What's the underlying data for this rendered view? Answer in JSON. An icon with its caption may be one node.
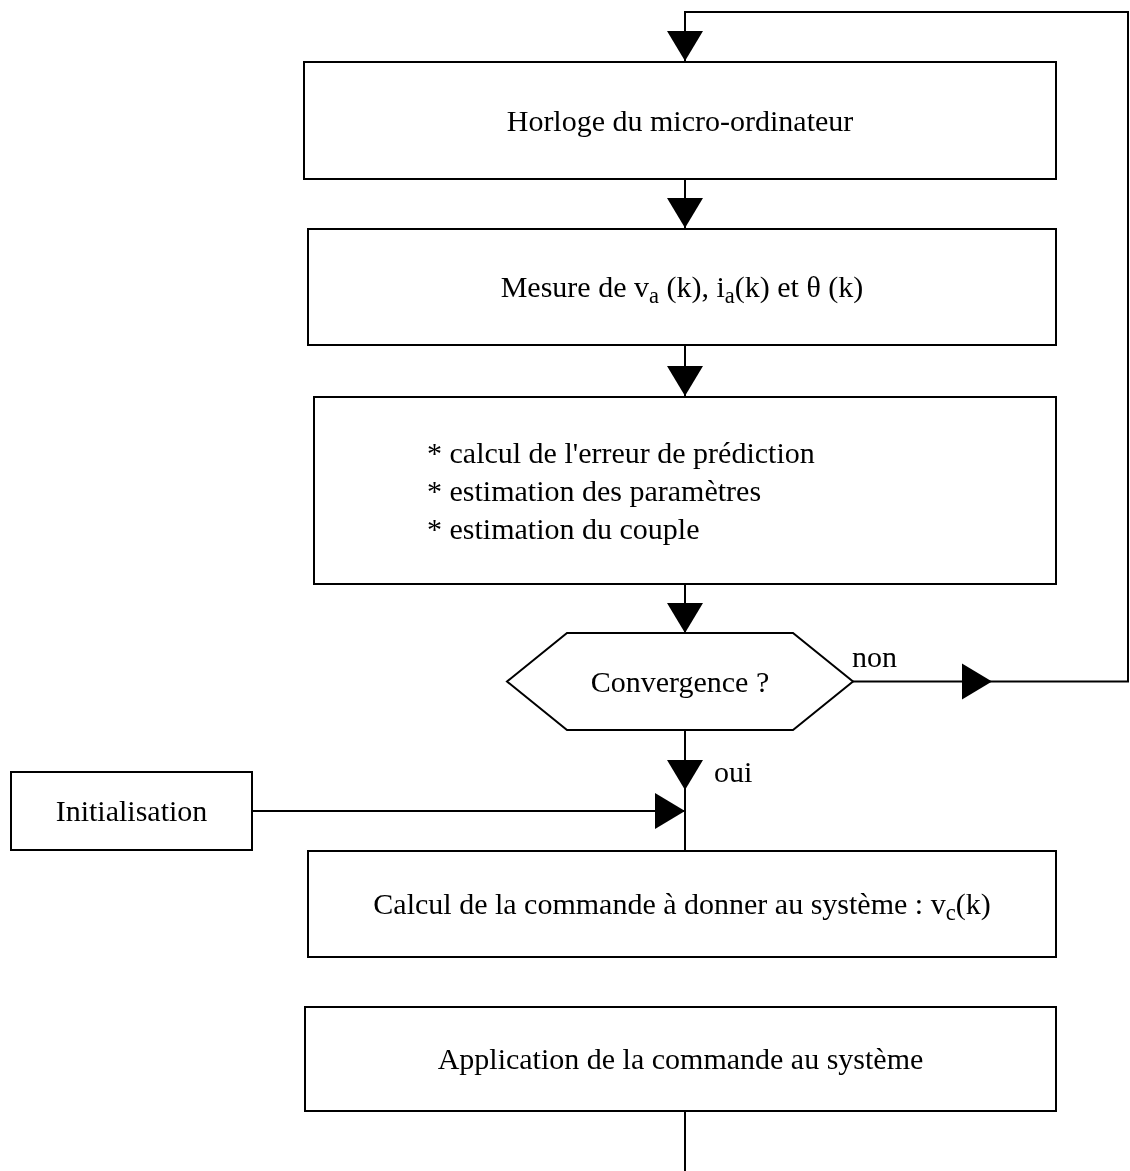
{
  "diagram": {
    "nodes": [
      {
        "text": [
          "Horloge du micro-ordinateur"
        ]
      },
      {
        "text": [
          "Mesure de v$_{a}$ (k), i$_{a}$(k) et θ (k)"
        ]
      },
      {
        "text": [
          "* calcul de l'erreur de prédiction",
          "* estimation des paramètres",
          "* estimation du couple"
        ]
      },
      {
        "text": [
          "Convergence ?"
        ]
      },
      {
        "text": [
          "Initialisation"
        ]
      },
      {
        "text": [
          "Calcul de la commande à donner au système : v$_{c}$(k)"
        ]
      },
      {
        "text": [
          "Application de la commande au système"
        ]
      }
    ],
    "edges": [
      {
        "from": 0,
        "to": 1,
        "arrow": "to"
      },
      {
        "from": 1,
        "to": 2,
        "arrow": "to"
      },
      {
        "from": 2,
        "to": 3,
        "arrow": "to"
      },
      {
        "from": 3,
        "to": 0,
        "arrow": "to",
        "label": "non"
      },
      {
        "from": 3,
        "to": 5,
        "arrow": "to",
        "label": "oui"
      },
      {
        "from": 4,
        "to": 5,
        "arrow": "to"
      },
      {
        "from": 6,
        "to": null,
        "arrow": "none"
      }
    ]
  }
}
